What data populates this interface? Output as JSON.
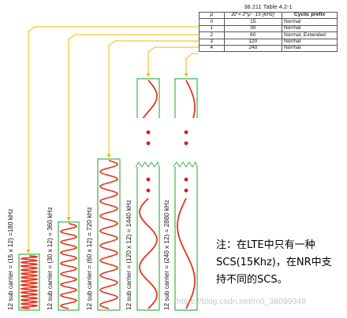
{
  "table": {
    "caption": "38.211 Table 4.2-1",
    "headers": [
      "μ",
      "Δf = 2^μ · 15 [kHz]",
      "Cyclic prefix"
    ],
    "rows": [
      [
        "0",
        "15",
        "Normal"
      ],
      [
        "1",
        "30",
        "Normal"
      ],
      [
        "2",
        "60",
        "Normal, Extended"
      ],
      [
        "3",
        "120",
        "Normal"
      ],
      [
        "4",
        "240",
        "Normal"
      ]
    ]
  },
  "diagram": {
    "carrier_labels": [
      "12 sub carrier = (15 x 12) =180 kHz",
      "12 sub carrier = (30 x 12) = 360 kHz",
      "12 sub carrier = (60 x 12) = 720 kHz",
      "12 sub carrier = (120 x 12) = 1440 kHz",
      "12 sub carrier = (240 x 12) = 2880 kHz"
    ],
    "colors": {
      "wave": "#e8331c",
      "box_border": "#3bb54a",
      "arrow": "#f5b700",
      "dots": "#e01b1b"
    }
  },
  "note": {
    "lines": [
      "注：在LTE中只有一种",
      "SCS(15Khz)，在NR中支",
      "持不同的SCS。"
    ]
  },
  "watermark": "https://blog.csdn.net/m0_38099948"
}
